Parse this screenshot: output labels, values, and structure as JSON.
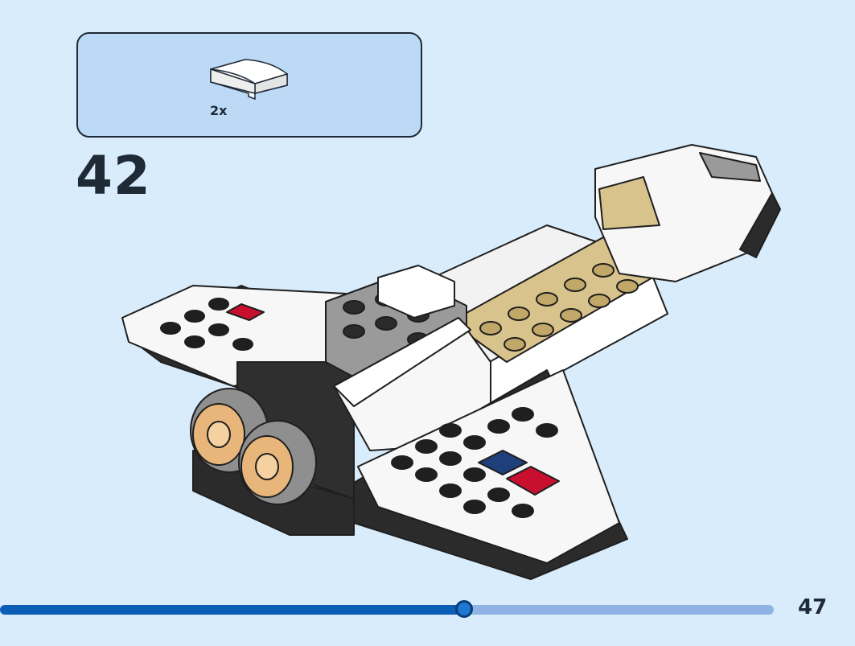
{
  "step": {
    "number": "42"
  },
  "parts_callout": {
    "quantity": "2x",
    "part_icon": "white-curved-slope-brick-icon"
  },
  "illustration": {
    "icon": "space-shuttle-model-icon"
  },
  "progress": {
    "fraction": 0.6
  },
  "page": {
    "number": "47"
  },
  "colors": {
    "background": "#d8ecfb",
    "callout": "#bcdaf6",
    "progress_fill": "#0b5db6",
    "progress_track": "#8fb3e4",
    "brick_white": "#f7f7f7",
    "brick_black": "#2b2b2b",
    "brick_tan": "#d9c38c",
    "brick_gray": "#9a9a9a",
    "brick_red": "#c8102e",
    "brick_blue": "#1e3f7a",
    "engine_gold": "#e8b67a"
  }
}
